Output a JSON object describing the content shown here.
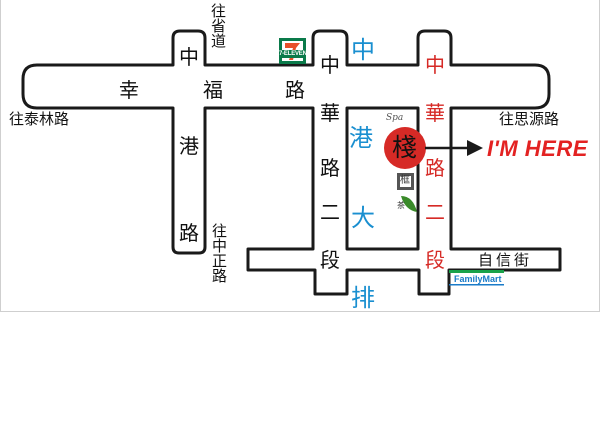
{
  "roads": {
    "xingfu": [
      "幸",
      "福",
      "路"
    ],
    "zhonggang": [
      "中",
      "港",
      "路"
    ],
    "zhonghua_left": [
      "中",
      "華",
      "路",
      "二",
      "段"
    ],
    "zhonghua_right": [
      "中",
      "華",
      "路",
      "二",
      "段"
    ],
    "zixin": "自信街"
  },
  "directions": {
    "to_shengdao": "往省道",
    "to_tailin": "往泰林路",
    "to_siyuan": "往思源路",
    "to_zhongzheng": "往中正路"
  },
  "canal": [
    "中",
    "港",
    "大",
    "排"
  ],
  "landmarks": {
    "seven_eleven": "7-ELEVEN",
    "familymart": "FamilyMart",
    "spa": "Spa",
    "kuang": "框",
    "tea": "茶"
  },
  "marker": {
    "char": "棧",
    "label": "I'M HERE"
  },
  "colors": {
    "accent_red": "#d62a26",
    "canal_blue": "#1a8fd0",
    "road": "#111111"
  }
}
